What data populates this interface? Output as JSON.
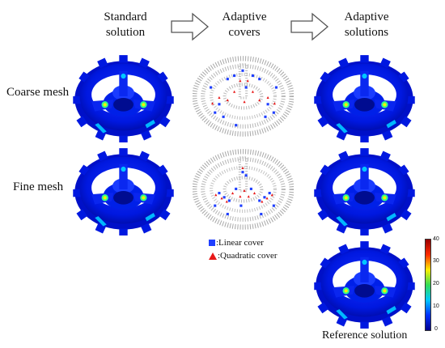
{
  "headers": {
    "standard": [
      "Standard",
      "solution"
    ],
    "covers": [
      "Adaptive",
      "covers"
    ],
    "solutions": [
      "Adaptive",
      "solutions"
    ]
  },
  "rows": {
    "coarse": "Coarse mesh",
    "fine": "Fine mesh"
  },
  "legend": {
    "linear": ":Linear cover",
    "quadratic": ":Quadratic cover",
    "linear_color": "#1f3fff",
    "quadratic_color": "#e81818"
  },
  "reference_label": "Reference solution",
  "colorbar": {
    "ticks": [
      "40",
      "30",
      "20",
      "10",
      "0"
    ],
    "colors": [
      "#9a0000",
      "#ff2a00",
      "#ffee00",
      "#33dd55",
      "#00c8ff",
      "#0030ff",
      "#000090"
    ]
  },
  "icons": [
    "arrow-right-icon",
    "arrow-right-icon"
  ]
}
